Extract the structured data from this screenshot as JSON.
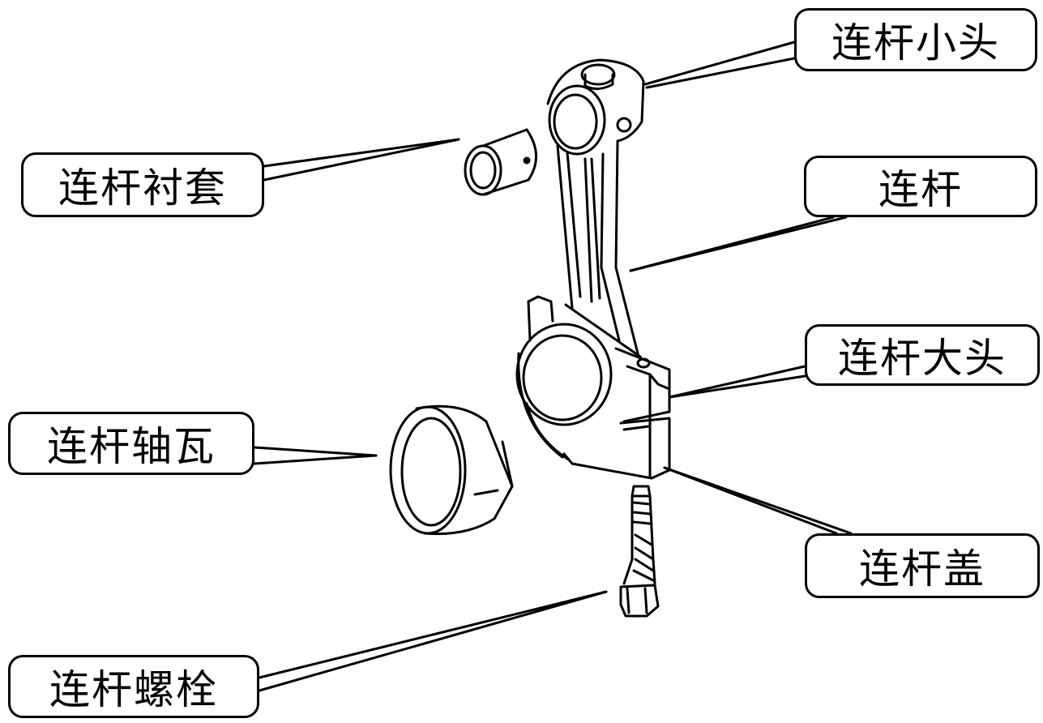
{
  "labels": {
    "small_end": "连杆小头",
    "bushing": "连杆衬套",
    "rod": "连杆",
    "big_end": "连杆大头",
    "bearing": "连杆轴瓦",
    "cap": "连杆盖",
    "bolt": "连杆螺栓"
  },
  "colors": {
    "line": "#000000",
    "background": "#ffffff"
  }
}
